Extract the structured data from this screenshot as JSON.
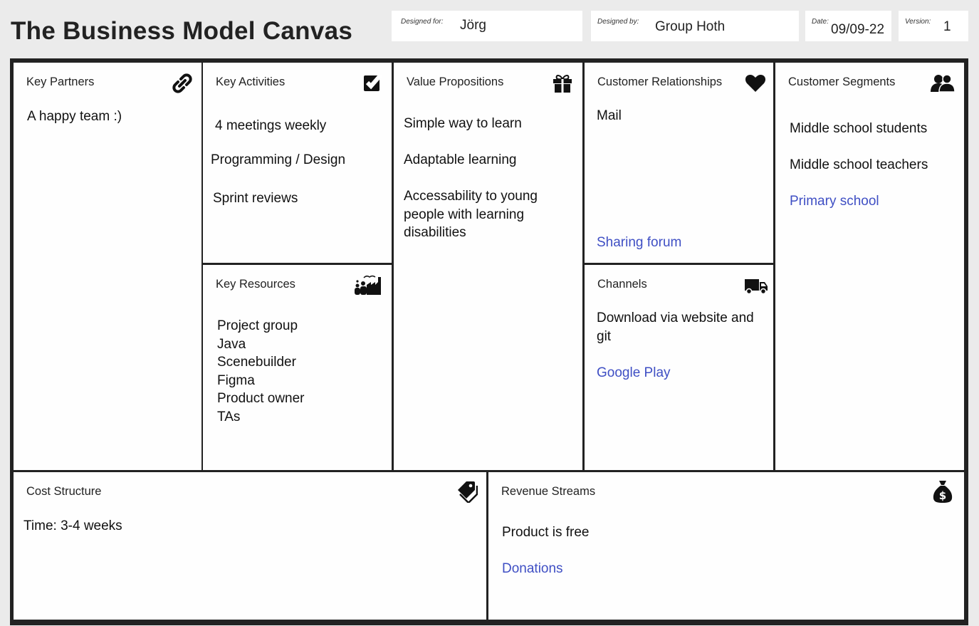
{
  "header": {
    "title": "The Business Model Canvas",
    "designed_for_label": "Designed for:",
    "designed_for_value": "Jörg",
    "designed_by_label": "Designed by:",
    "designed_by_value": "Group Hoth",
    "date_label": "Date:",
    "date_value": "09/09-22",
    "version_label": "Version:",
    "version_value": "1"
  },
  "colors": {
    "frame": "#222222",
    "accent_text": "#3f4fc4",
    "background": "#ebebeb"
  },
  "key_partners": {
    "title": "Key Partners",
    "icon": "link-icon",
    "items": [
      "A happy team :)"
    ]
  },
  "key_activities": {
    "title": "Key Activities",
    "icon": "checkbox-icon",
    "items": [
      "4 meetings weekly",
      "Programming / Design",
      "Sprint reviews"
    ]
  },
  "key_resources": {
    "title": "Key Resources",
    "icon": "factory-icon",
    "items": [
      "Project group",
      "Java",
      "Scenebuilder",
      "Figma",
      "Product owner",
      "TAs"
    ]
  },
  "value_propositions": {
    "title": "Value Propositions",
    "icon": "gift-icon",
    "items": [
      "Simple way to learn",
      "Adaptable learning",
      "Accessability to young",
      "people with learning",
      "disabilities"
    ]
  },
  "customer_relationships": {
    "title": "Customer Relationships",
    "icon": "heart-icon",
    "items": [
      "Mail",
      "Sharing forum"
    ]
  },
  "channels": {
    "title": "Channels",
    "icon": "truck-icon",
    "items": [
      "Download via website and",
      "git",
      "Google Play"
    ]
  },
  "customer_segments": {
    "title": "Customer Segments",
    "icon": "people-icon",
    "items": [
      "Middle school students",
      "Middle school teachers",
      "Primary school"
    ]
  },
  "cost_structure": {
    "title": "Cost Structure",
    "icon": "price-tag-icon",
    "items": [
      "Time: 3-4 weeks"
    ]
  },
  "revenue_streams": {
    "title": "Revenue Streams",
    "icon": "money-bag-icon",
    "items": [
      "Product is free",
      "Donations"
    ]
  }
}
